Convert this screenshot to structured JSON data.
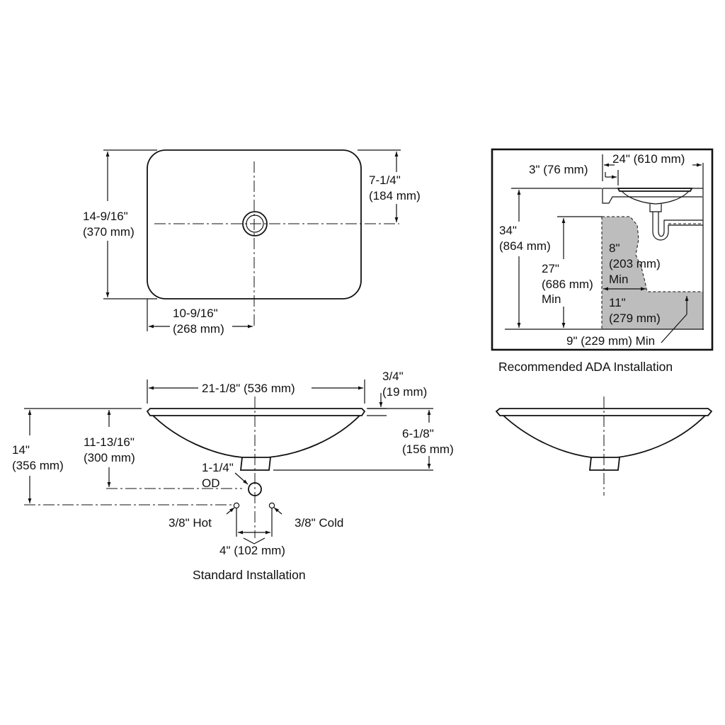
{
  "plan_view": {
    "overall_width": "14-9/16\"",
    "overall_width_mm": "(370 mm)",
    "drain_offset": "7-1/4\"",
    "drain_offset_mm": "(184 mm)",
    "half_length": "10-9/16\"",
    "half_length_mm": "(268 mm)"
  },
  "section_view": {
    "overall_length": "21-1/8\" (536 mm)",
    "rim_thickness": "3/4\"",
    "rim_thickness_mm": "(19 mm)",
    "bowl_depth": "6-1/8\"",
    "bowl_depth_mm": "(156 mm)",
    "rim_to_supply": "14\"",
    "rim_to_supply_mm": "(356 mm)",
    "rim_to_drain": "11-13/16\"",
    "rim_to_drain_mm": "(300 mm)",
    "drain_size": "1-1/4\"",
    "drain_size_unit": "OD",
    "hot_label": "3/8\" Hot",
    "cold_label": "3/8\" Cold",
    "supply_spacing": "4\" (102 mm)",
    "caption": "Standard Installation"
  },
  "ada_view": {
    "counter_depth": "24\" (610 mm)",
    "front_offset": "3\" (76 mm)",
    "rim_height": "34\"",
    "rim_height_mm": "(864 mm)",
    "knee_clearance": "27\"",
    "knee_clearance_mm": "(686 mm)",
    "knee_clearance_min": "Min",
    "knee_depth": "8\"",
    "knee_depth_mm": "(203 mm)",
    "knee_depth_min": "Min",
    "toe_depth": "11\"",
    "toe_depth_mm": "(279 mm)",
    "toe_height": "9\" (229 mm) Min",
    "caption": "Recommended ADA Installation"
  }
}
